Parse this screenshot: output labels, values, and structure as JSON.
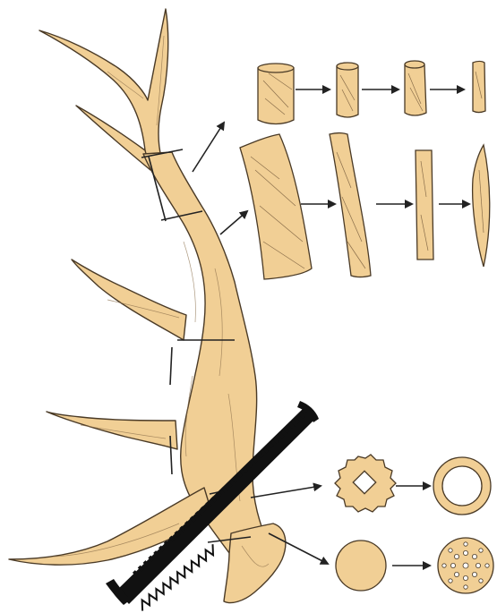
{
  "colors": {
    "antler_fill": "#f1cf95",
    "outline": "#4a3a26",
    "texture": "#8a6e4a",
    "saw_blade": "#111111",
    "arrow": "#222222",
    "background": "#ffffff"
  },
  "stages": {
    "segment_from_beam": {
      "steps": [
        "cut-segment",
        "trimmed-cylinder",
        "narrow-cylinder",
        "small-peg"
      ]
    },
    "longitudinal_strip": {
      "steps": [
        "curved-blank",
        "thin-strip",
        "straight-rod",
        "pointed-tool"
      ]
    },
    "burr_disc_square": {
      "steps": [
        "disc-with-square-hole",
        "ring"
      ]
    },
    "burr_disc_plain": {
      "steps": [
        "plain-disc",
        "perforated-disc"
      ]
    }
  },
  "icons": [
    "antler",
    "saw",
    "arrow"
  ]
}
